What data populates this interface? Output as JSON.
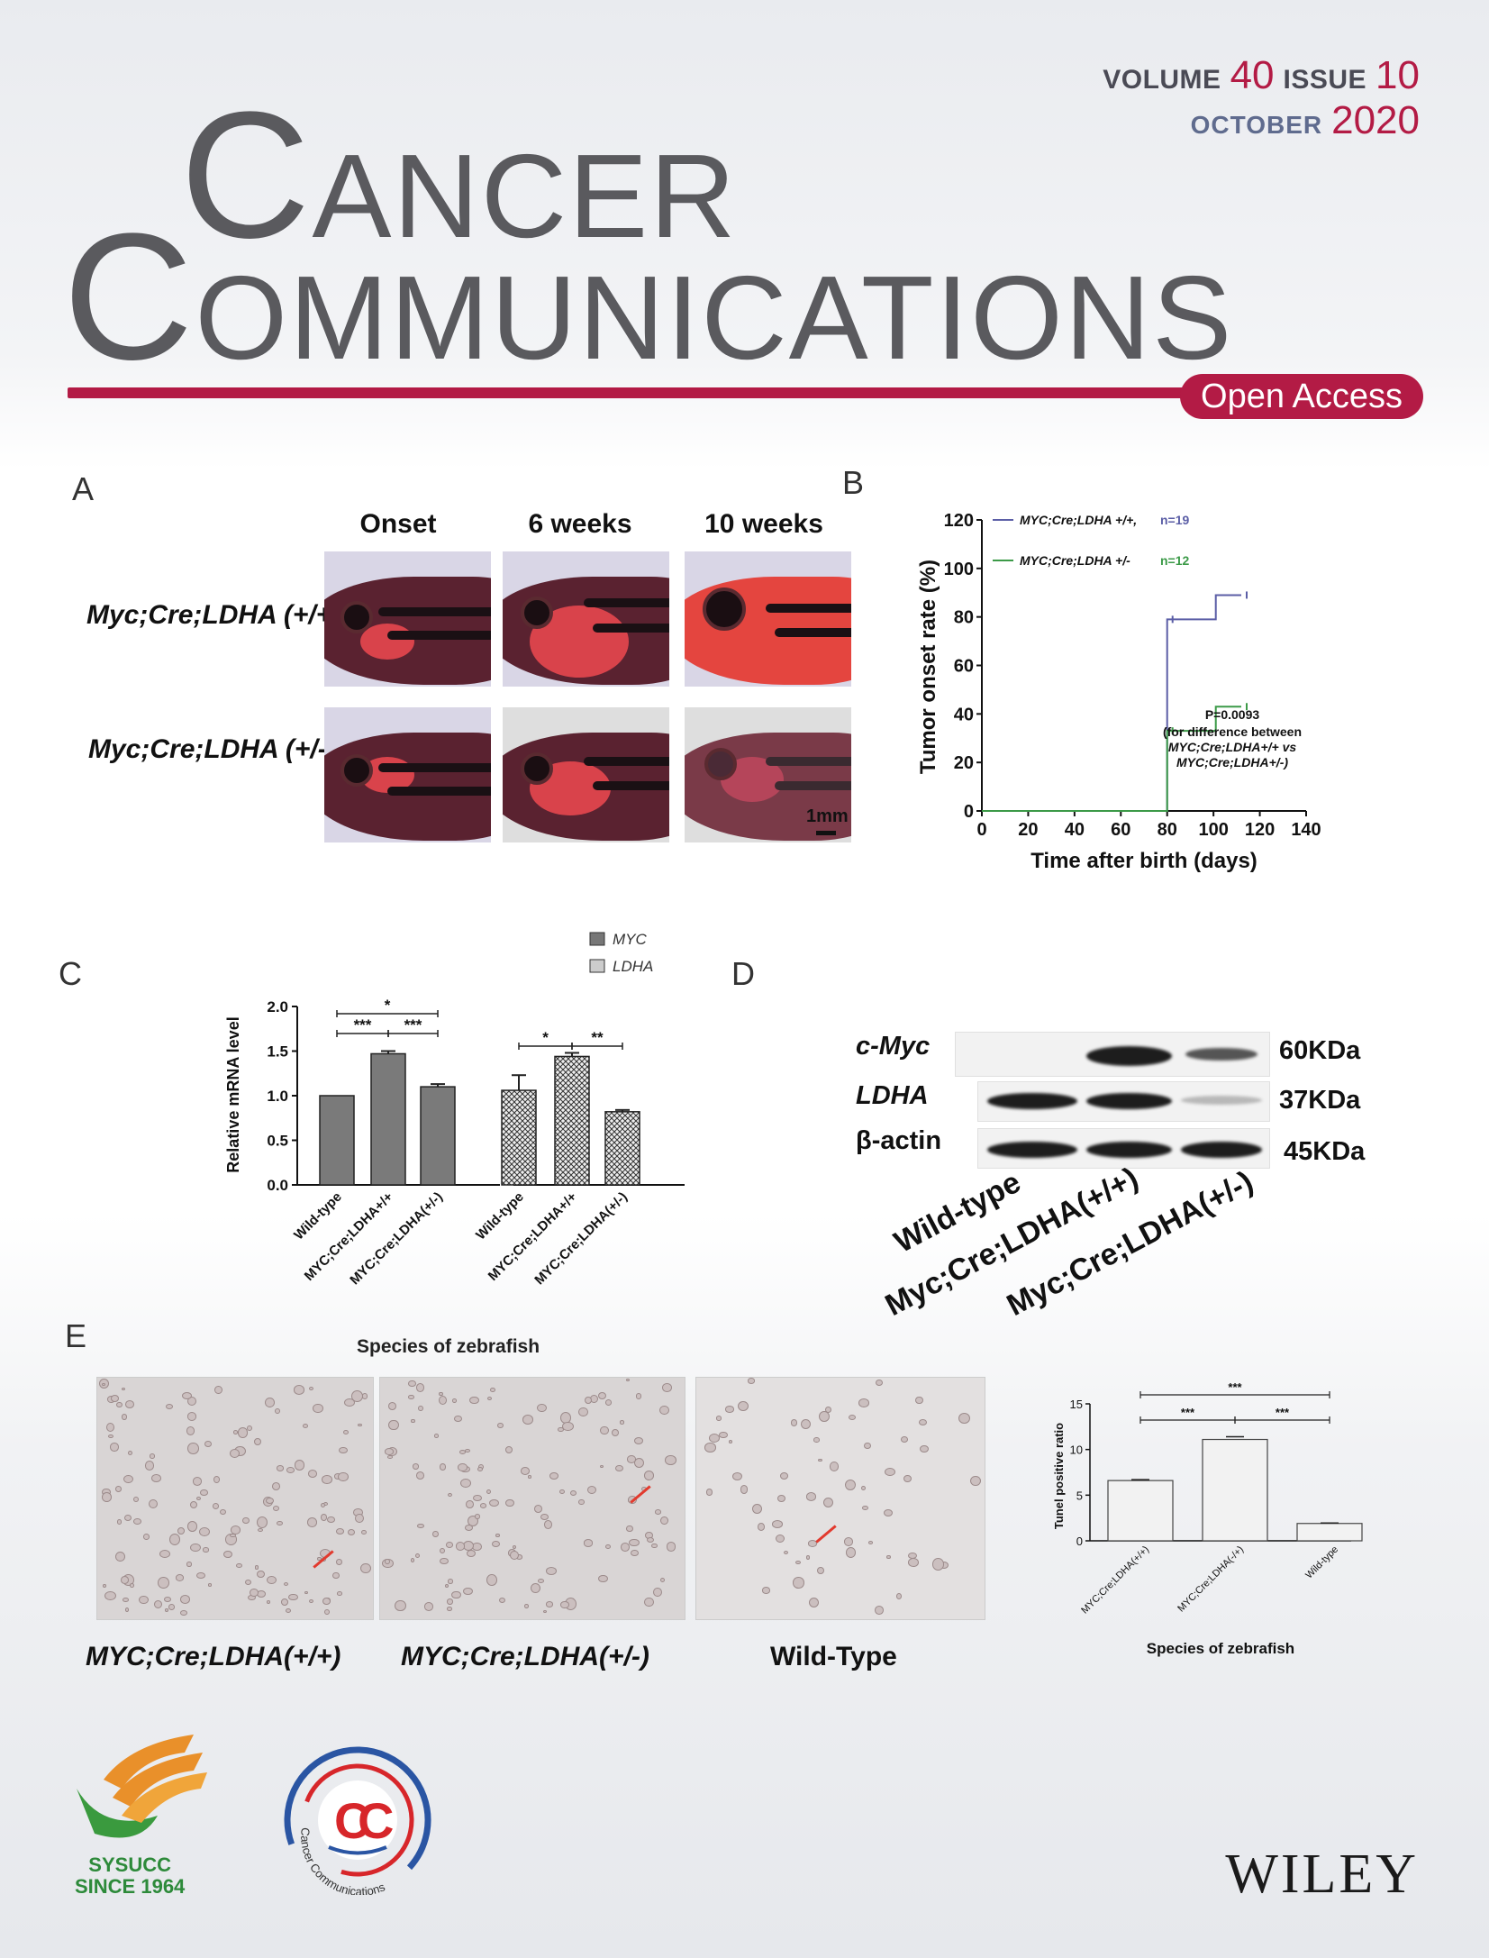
{
  "masthead": {
    "volume_label": "VOLUME",
    "volume_num": "40",
    "issue_label": "ISSUE",
    "issue_num": "10",
    "month": "OCTOBER",
    "year": "2020",
    "title_line1_cap": "C",
    "title_line1_rest": "ANCER",
    "title_line2_cap": "C",
    "title_line2_rest": "OMMUNICATIONS",
    "open_access": "Open Access"
  },
  "panels": {
    "a": "A",
    "b": "B",
    "c": "C",
    "d": "D",
    "e": "E"
  },
  "panel_a": {
    "columns": [
      "Onset",
      "6 weeks",
      "10 weeks"
    ],
    "rows": [
      "Myc;Cre;LDHA (+/+)",
      "Myc;Cre;LDHA (+/-)"
    ],
    "scale": "1mm"
  },
  "panel_d": {
    "proteins": [
      "c-Myc",
      "LDHA",
      "β-actin"
    ],
    "sizes": [
      "60KDa",
      "37KDa",
      "45KDa"
    ],
    "lanes": [
      "Wild-type",
      "Myc;Cre;LDHA(+/+)",
      "Myc;Cre;LDHA(+/-)"
    ]
  },
  "panel_e": {
    "title": "Species of zebrafish",
    "captions": [
      "MYC;Cre;LDHA(+/+)",
      "MYC;Cre;LDHA(+/-)",
      "Wild-Type"
    ]
  },
  "logos": {
    "sysucc": "SYSUCC",
    "since": "SINCE 1964",
    "cc_ring": "Cancer Communications",
    "wiley": "WILEY"
  },
  "chart_data": [
    {
      "type": "line",
      "panel": "B",
      "title": "",
      "xlabel": "Time after birth (days)",
      "ylabel": "Tumor onset rate (%)",
      "xlim": [
        0,
        140
      ],
      "ylim": [
        0,
        120
      ],
      "xticks": [
        0,
        20,
        40,
        60,
        80,
        100,
        120,
        140
      ],
      "yticks": [
        0,
        20,
        40,
        60,
        80,
        100,
        120
      ],
      "series": [
        {
          "name": "MYC;Cre;LDHA +/+,",
          "n": "n=19",
          "color": "#5b5ea6",
          "x": [
            0,
            80,
            80,
            101,
            101,
            112
          ],
          "y": [
            0,
            0,
            79,
            79,
            89,
            89
          ]
        },
        {
          "name": "MYC;Cre;LDHA +/-",
          "n": "n=12",
          "color": "#3c9a48",
          "x": [
            0,
            80,
            80,
            101,
            101,
            112
          ],
          "y": [
            0,
            0,
            33,
            33,
            43,
            43
          ]
        }
      ],
      "annotation": [
        "P=0.0093",
        "(for difference between",
        "MYC;Cre;LDHA+/+   vs",
        "MYC;Cre;LDHA+/-)"
      ]
    },
    {
      "type": "bar",
      "panel": "C",
      "ylabel": "Relative mRNA level",
      "ylim": [
        0,
        2.0
      ],
      "yticks": [
        "0.0",
        "0.5",
        "1.0",
        "1.5",
        "2.0"
      ],
      "legend": [
        "MYC",
        "LDHA"
      ],
      "categories": [
        "Wild-type",
        "MYC;Cre;LDHA+/+",
        "MYC;Cre;LDHA(+/-)",
        "Wild-type",
        "MYC;Cre;LDHA+/+",
        "MYC;Cre;LDHA(+/-)"
      ],
      "series": [
        {
          "name": "MYC",
          "values": [
            1.0,
            1.47,
            1.1
          ],
          "errors": [
            0,
            0.03,
            0.03
          ]
        },
        {
          "name": "LDHA",
          "values": [
            1.06,
            1.44,
            0.82
          ],
          "errors": [
            0.17,
            0.04,
            0.02
          ]
        }
      ],
      "significance": [
        "***",
        "***",
        "*",
        "*",
        "**"
      ]
    },
    {
      "type": "bar",
      "panel": "E",
      "xlabel": "Species of zebrafish",
      "ylabel": "Tunel positive ratio",
      "ylim": [
        0,
        15
      ],
      "yticks": [
        "0",
        "5",
        "10",
        "15"
      ],
      "categories": [
        "MYC;Cre;LDHA(+/+)",
        "MYC;Cre;LDHA(-/+)",
        "Wild-type"
      ],
      "values": [
        6.6,
        11.1,
        1.9
      ],
      "errors": [
        0.1,
        0.3,
        0.05
      ],
      "significance": [
        "***",
        "***",
        "***"
      ]
    }
  ]
}
